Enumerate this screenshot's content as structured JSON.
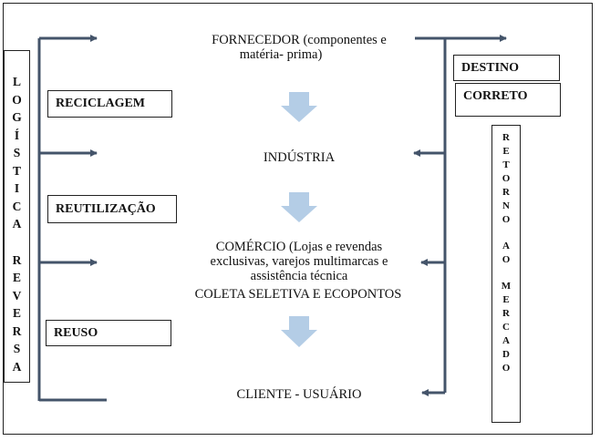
{
  "left_vertical": {
    "line1": [
      "L",
      "O",
      "G",
      "Í",
      "S",
      "T",
      "I",
      "C",
      "A"
    ],
    "line2": [
      "R",
      "E",
      "V",
      "E",
      "R",
      "S",
      "A"
    ]
  },
  "left_boxes": {
    "reciclagem": "RECICLAGEM",
    "reutilizacao": "REUTILIZAÇÃO",
    "reuso": "REUSO"
  },
  "flow": {
    "fornecedor_1": "FORNECEDOR (componentes e",
    "fornecedor_2": "matéria- prima)",
    "industria": "INDÚSTRIA",
    "comercio_1": "COMÉRCIO (Lojas e revendas",
    "comercio_2": "exclusivas, varejos multimarcas e",
    "comercio_3": "assistência técnica",
    "coleta": "COLETA SELETIVA  E ECOPONTOS",
    "cliente": "CLIENTE  -  USUÁRIO"
  },
  "right_boxes": {
    "destino": "DESTINO",
    "correto": "CORRETO"
  },
  "right_vertical": {
    "line1": [
      "R",
      "E",
      "T",
      "O",
      "R",
      "N",
      "O"
    ],
    "line2": [
      "A",
      "O"
    ],
    "line3": [
      "M",
      "E",
      "R",
      "C",
      "A",
      "D",
      "O"
    ]
  },
  "colors": {
    "arrow_line": "#44546a",
    "down_arrow": "#b4cde6"
  }
}
